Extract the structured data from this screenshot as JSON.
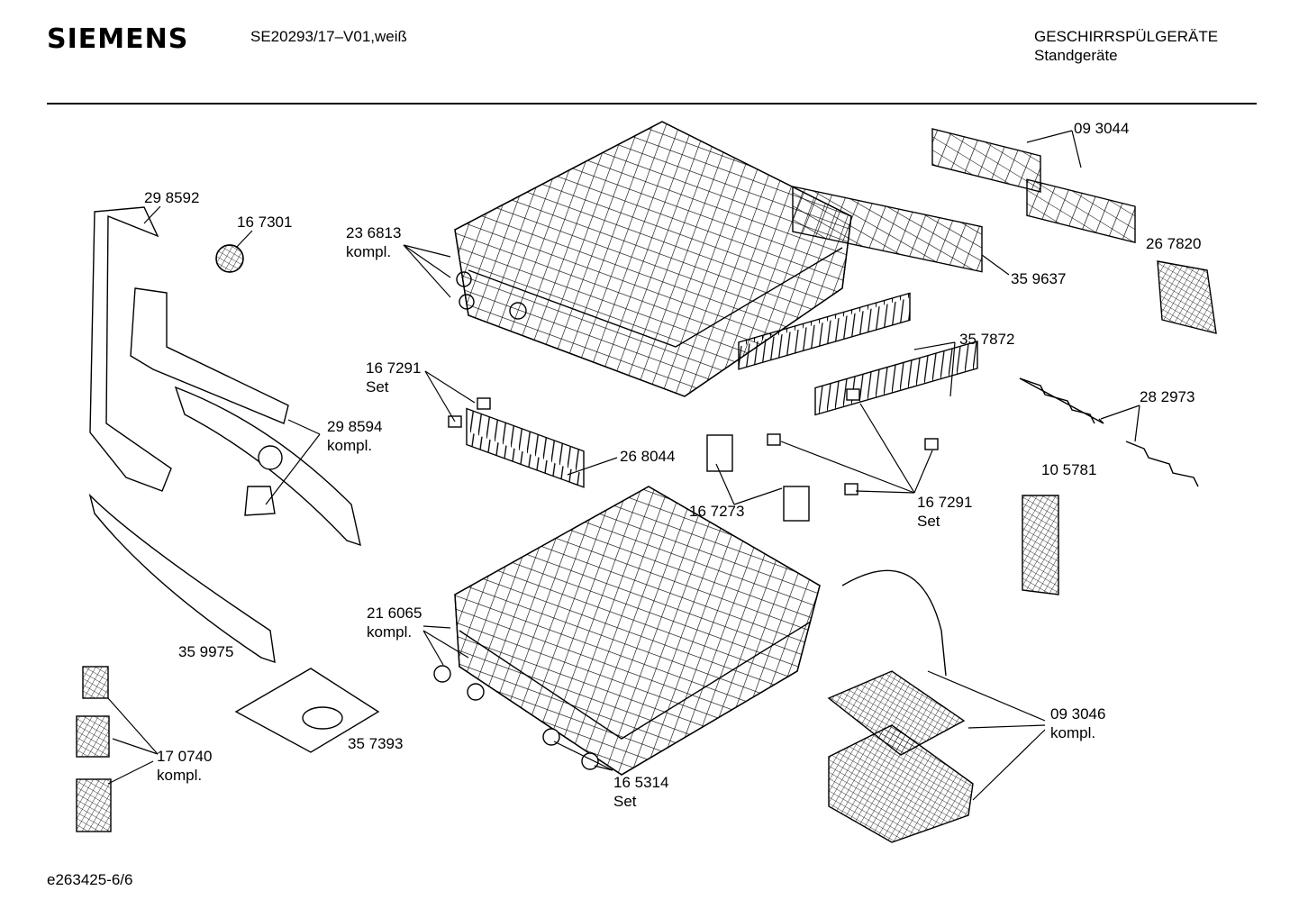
{
  "header": {
    "brand": "SIEMENS",
    "model": "SE20293/17–V01,weiß",
    "category": "GESCHIRRSPÜLGERÄTE",
    "subcategory": "Standgeräte"
  },
  "parts": {
    "p298592": "29 8592",
    "p167301": "16 7301",
    "p236813": "23 6813",
    "p236813_note": "kompl.",
    "p093044": "09 3044",
    "p359637": "35 9637",
    "p267820": "26 7820",
    "p357872": "35 7872",
    "p167291a": "16 7291",
    "p167291a_note": "Set",
    "p298594": "29 8594",
    "p298594_note": "kompl.",
    "p268044": "26 8044",
    "p282973": "28 2973",
    "p105781": "10 5781",
    "p167273": "16 7273",
    "p167291b": "16 7291",
    "p167291b_note": "Set",
    "p216065": "21 6065",
    "p216065_note": "kompl.",
    "p359975": "35 9975",
    "p093046": "09 3046",
    "p093046_note": "kompl.",
    "p357393": "35 7393",
    "p170740": "17 0740",
    "p170740_note": "kompl.",
    "p165314": "16 5314",
    "p165314_note": "Set"
  },
  "footer": {
    "doc_id": "e263425-6/6"
  }
}
